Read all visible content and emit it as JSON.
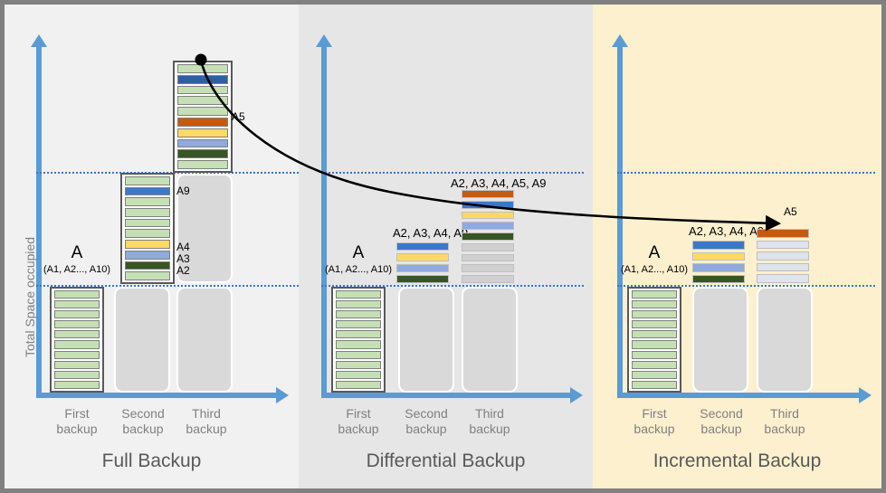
{
  "diagram": {
    "y_axis_label": "Total Space occupied",
    "colors": {
      "axis": "#5B9BD5",
      "guide": "#3A75C4",
      "ghost": "#D9D9D9",
      "green_light": "#C5E0B4",
      "blue_dark": "#2E5FA3",
      "blue_mid": "#3C78C8",
      "blue_light": "#8FAADC",
      "yellow": "#FFD966",
      "orange": "#C55A11",
      "green_dark": "#375623",
      "gray_slot": "#D0D0D0",
      "gray_blue_slot": "#DEE3EC",
      "panel_full_bg": "#F1F1F1",
      "panel_diff_bg": "#E6E6E6",
      "panel_incr_bg": "#FDF0CE"
    },
    "tick_labels": [
      "First\nbackup",
      "Second\nbackup",
      "Third\nbackup"
    ],
    "full_label_a": "A",
    "full_label_a_sub": "(A1, A2..., A10)",
    "annotation_a5_source": "A5",
    "annotation_a5_target": "A5",
    "panels": [
      {
        "id": "full",
        "title": "Full Backup",
        "bars": [
          {
            "name": "first-backup-bar",
            "slot_count": 10,
            "slots": [
              "green_light",
              "green_light",
              "green_light",
              "green_light",
              "green_light",
              "green_light",
              "green_light",
              "green_light",
              "green_light",
              "green_light"
            ],
            "labels": []
          },
          {
            "name": "second-backup-bar",
            "slot_count": 10,
            "slots": [
              "green_light",
              "blue_mid",
              "green_light",
              "green_light",
              "green_light",
              "green_light",
              "yellow",
              "blue_light",
              "green_dark",
              "green_light"
            ],
            "labels": [
              "A9",
              "A4",
              "A3",
              "A2"
            ]
          },
          {
            "name": "third-backup-bar",
            "slot_count": 10,
            "slots": [
              "green_light",
              "blue_dark",
              "green_light",
              "green_light",
              "green_light",
              "orange",
              "yellow",
              "blue_light",
              "green_dark",
              "green_light"
            ],
            "labels": []
          }
        ]
      },
      {
        "id": "diff",
        "title": "Differential Backup",
        "bars": [
          {
            "name": "first-backup-bar",
            "slot_count": 10,
            "slots": [
              "green_light",
              "green_light",
              "green_light",
              "green_light",
              "green_light",
              "green_light",
              "green_light",
              "green_light",
              "green_light",
              "green_light"
            ],
            "group_label": ""
          },
          {
            "name": "second-backup-bar",
            "slot_count": 4,
            "slots": [
              "blue_mid",
              "yellow",
              "blue_light",
              "green_dark"
            ],
            "group_label": "A2, A3, A4, A9"
          },
          {
            "name": "third-backup-bar",
            "slot_count": 9,
            "slots": [
              "orange",
              "blue_mid",
              "yellow",
              "blue_light",
              "green_dark",
              "gray_slot",
              "gray_slot",
              "gray_slot",
              "gray_slot"
            ],
            "group_label": "A2, A3, A4, A5, A9"
          }
        ]
      },
      {
        "id": "incr",
        "title": "Incremental Backup",
        "bars": [
          {
            "name": "first-backup-bar",
            "slot_count": 10,
            "slots": [
              "green_light",
              "green_light",
              "green_light",
              "green_light",
              "green_light",
              "green_light",
              "green_light",
              "green_light",
              "green_light",
              "green_light"
            ],
            "group_label": ""
          },
          {
            "name": "second-backup-bar",
            "slot_count": 4,
            "slots": [
              "blue_mid",
              "yellow",
              "blue_light",
              "green_dark"
            ],
            "group_label": "A2, A3, A4, A9"
          },
          {
            "name": "third-backup-bar",
            "slot_count": 5,
            "slots": [
              "orange",
              "gray_blue_slot",
              "gray_blue_slot",
              "gray_blue_slot",
              "gray_blue_slot"
            ],
            "group_label": ""
          }
        ]
      }
    ]
  }
}
